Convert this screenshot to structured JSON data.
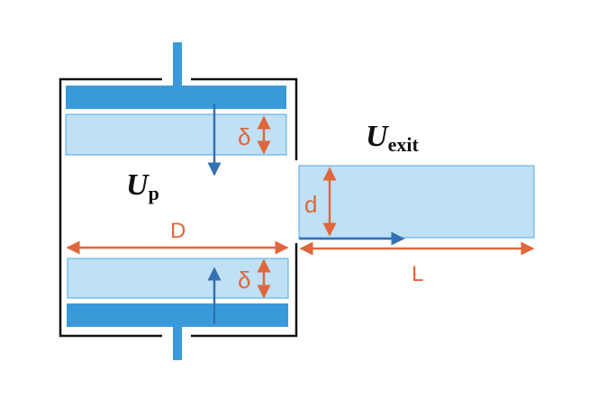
{
  "labels": {
    "delta_top": "δ",
    "delta_bottom": "δ",
    "u_p_main": "U",
    "u_p_sub": "p",
    "u_exit_main": "U",
    "u_exit_sub": "exit",
    "D": "D",
    "d": "d",
    "L": "L"
  },
  "colors": {
    "piston": "#3a9ad9",
    "layer_fill": "#bfe0f5",
    "layer_stroke": "#4fa7e0",
    "dimension": "#e0663c",
    "velocity": "#3470b3",
    "chamber": "#111111",
    "text": "#111111"
  }
}
